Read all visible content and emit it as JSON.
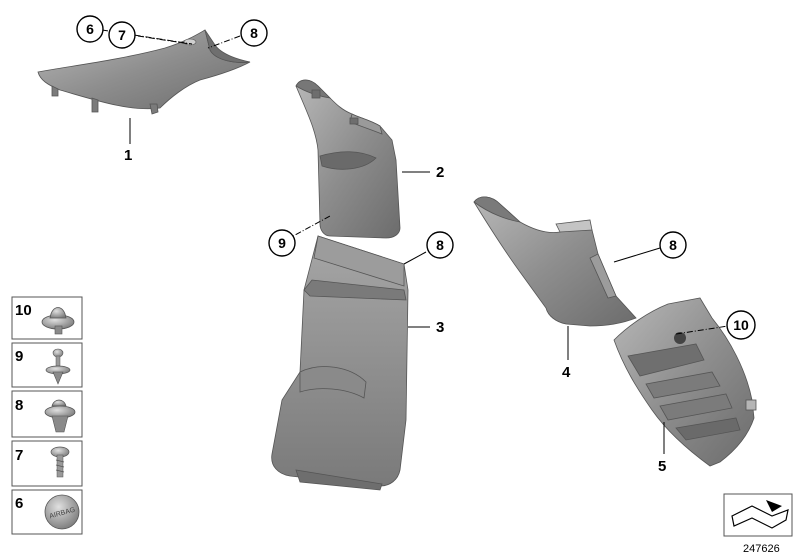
{
  "diagram": {
    "labels": {
      "l1": "1",
      "l2": "2",
      "l3": "3",
      "l4": "4",
      "l5": "5",
      "c6": "6",
      "c7": "7",
      "c8a": "8",
      "c8b": "8",
      "c8c": "8",
      "c9": "9",
      "c10": "10"
    },
    "legend": [
      {
        "num": "10",
        "part": "expanding-rivet"
      },
      {
        "num": "9",
        "part": "screw-clip"
      },
      {
        "num": "8",
        "part": "clip"
      },
      {
        "num": "7",
        "part": "screw"
      },
      {
        "num": "6",
        "part": "airbag-badge"
      }
    ],
    "badge_text": "AIRBAG",
    "reference_number": "247626",
    "colors": {
      "part_fill": "#8f8f8f",
      "part_shadow": "#6e6e6e",
      "part_highlight": "#b5b5b5",
      "line": "#000000"
    }
  }
}
